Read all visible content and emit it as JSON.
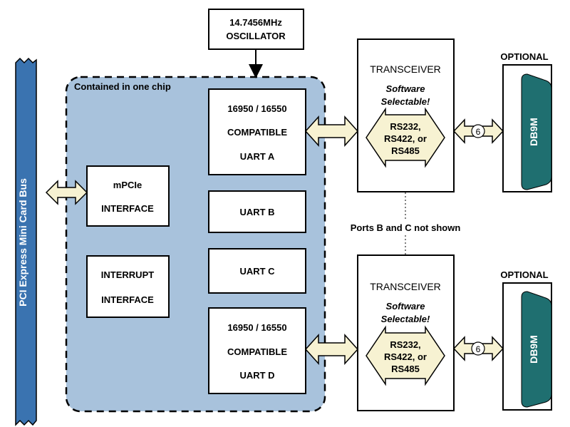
{
  "bus": {
    "label": "PCI Express Mini Card Bus"
  },
  "oscillator": {
    "line1": "14.7456MHz",
    "line2": "OSCILLATOR"
  },
  "chip": {
    "label": "Contained in one chip"
  },
  "mpcie": {
    "line1": "mPCIe",
    "line2": "INTERFACE"
  },
  "interrupt": {
    "line1": "INTERRUPT",
    "line2": "INTERFACE"
  },
  "uart_a": {
    "line1": "16950 / 16550",
    "line2": "COMPATIBLE",
    "line3": "UART A"
  },
  "uart_b": {
    "label": "UART B"
  },
  "uart_c": {
    "label": "UART C"
  },
  "uart_d": {
    "line1": "16950 / 16550",
    "line2": "COMPATIBLE",
    "line3": "UART D"
  },
  "transceivers": [
    {
      "title": "TRANSCEIVER",
      "italic1": "Software",
      "italic2": "Selectable!",
      "std1": "RS232,",
      "std2": "RS422, or",
      "std3": "RS485",
      "lines": "6"
    },
    {
      "title": "TRANSCEIVER",
      "italic1": "Software",
      "italic2": "Selectable!",
      "std1": "RS232,",
      "std2": "RS422, or",
      "std3": "RS485",
      "lines": "6"
    }
  ],
  "connectors": [
    {
      "optional": "OPTIONAL",
      "label": "DB9M"
    },
    {
      "optional": "OPTIONAL",
      "label": "DB9M"
    }
  ],
  "note": "Ports B and C not shown",
  "colors": {
    "bus": "#3a73b0",
    "chip_fill": "#a8c2dc",
    "arrow_fill": "#f7f2d2",
    "db9": "#1f6f70"
  }
}
